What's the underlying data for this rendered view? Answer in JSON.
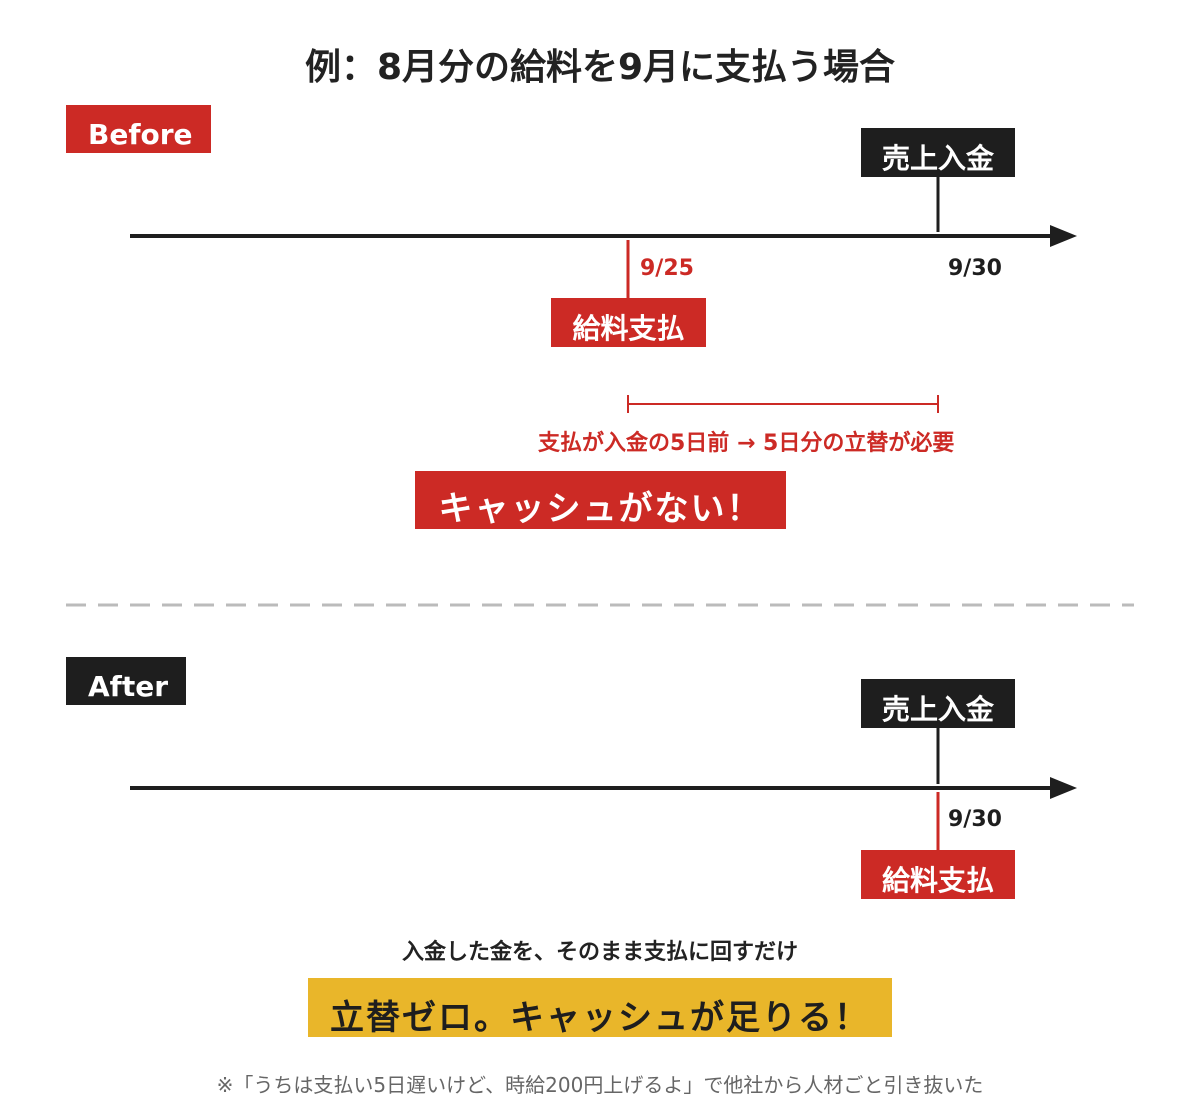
{
  "title": "例：8月分の給料を9月に支払う場合",
  "before": {
    "tag": "Before",
    "sales_label": "売上入金",
    "sales_date": "9/30",
    "pay_date": "9/25",
    "pay_label": "給料支払",
    "gap_note": "支払が入金の5日前 → 5日分の立替が必要",
    "conclusion": "キャッシュがない！"
  },
  "after": {
    "tag": "After",
    "sales_label": "売上入金",
    "date": "9/30",
    "pay_label": "給料支払",
    "explain": "入金した金を、そのまま支払に回すだけ",
    "conclusion": "立替ゼロ。キャッシュが足りる！"
  },
  "footnote": "※「うちは支払い5日遅いけど、時給200円上げるよ」で他社から人材ごと引き抜いた",
  "colors": {
    "red": "#cc2a25",
    "black": "#1e1e1e",
    "yellow": "#e9b62a"
  }
}
